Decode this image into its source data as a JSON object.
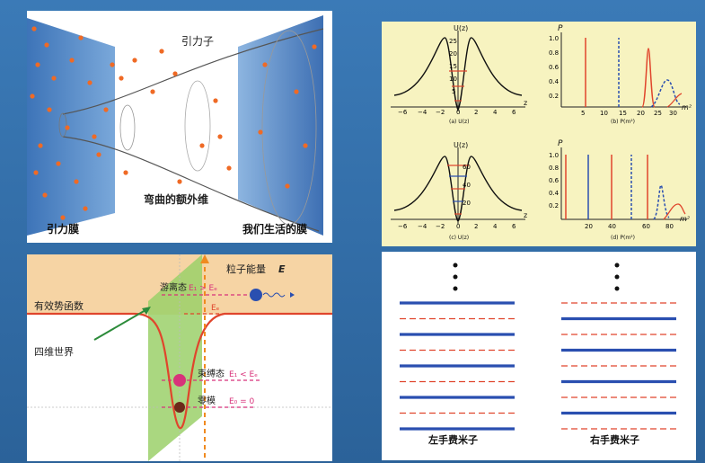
{
  "braneworld": {
    "graviton_label": "引力子",
    "gravity_brane_label": "引力膜",
    "warped_dimension_label": "弯曲的额外维",
    "our_brane_label": "我们生活的膜"
  },
  "potential_panel": {
    "effective_potential_label": "有效势函数",
    "four_d_world_label": "四维世界",
    "free_state_label": "游离态",
    "free_state_relation": "E₁ > Eₑ",
    "particle_energy_label": "粒子能量",
    "particle_energy_symbol": "E",
    "threshold_symbol": "Eₑ",
    "bound_state_label": "束缚态",
    "bound_state_relation": "E₁ < Eₑ",
    "zero_mode_label": "零模",
    "zero_mode_relation": "E₀ = 0"
  },
  "spectra": {
    "plot_a": {
      "ylabel": "U(z)",
      "xlabel": "z",
      "caption": "(a) U(z)",
      "xticks": [
        "−6",
        "−4",
        "−2",
        "0",
        "2",
        "4",
        "6"
      ],
      "yticks": [
        "25",
        "20",
        "15",
        "10",
        "5"
      ]
    },
    "plot_b": {
      "ylabel": "P",
      "xlabel": "m²",
      "caption": "(b) P(m²)",
      "xticks": [
        "5",
        "10",
        "15",
        "20",
        "25",
        "30"
      ],
      "yticks": [
        "1.0",
        "0.8",
        "0.6",
        "0.4",
        "0.2"
      ]
    },
    "plot_c": {
      "ylabel": "U(z)",
      "xlabel": "z",
      "caption": "(c) U(z)",
      "xticks": [
        "−6",
        "−4",
        "−2",
        "0",
        "2",
        "4",
        "6"
      ],
      "yticks": [
        "60",
        "40",
        "20"
      ]
    },
    "plot_d": {
      "ylabel": "P",
      "xlabel": "m²",
      "caption": "(d) P(m²)",
      "xticks": [
        "20",
        "40",
        "60",
        "80"
      ],
      "yticks": [
        "1.0",
        "0.8",
        "0.6",
        "0.4",
        "0.2"
      ]
    }
  },
  "fermion_levels": {
    "left_label": "左手费米子",
    "right_label": "右手费米子",
    "solid_color": "#2a4fb0",
    "dashed_color": "#e0452c"
  },
  "colors": {
    "brane_blue": "#4f86c6",
    "graviton_orange": "#ef6a25",
    "band_orange": "#f6d4a4",
    "band_green": "#9bd06a",
    "potential_red": "#e0452c",
    "plot_background": "#f7f3c0"
  }
}
